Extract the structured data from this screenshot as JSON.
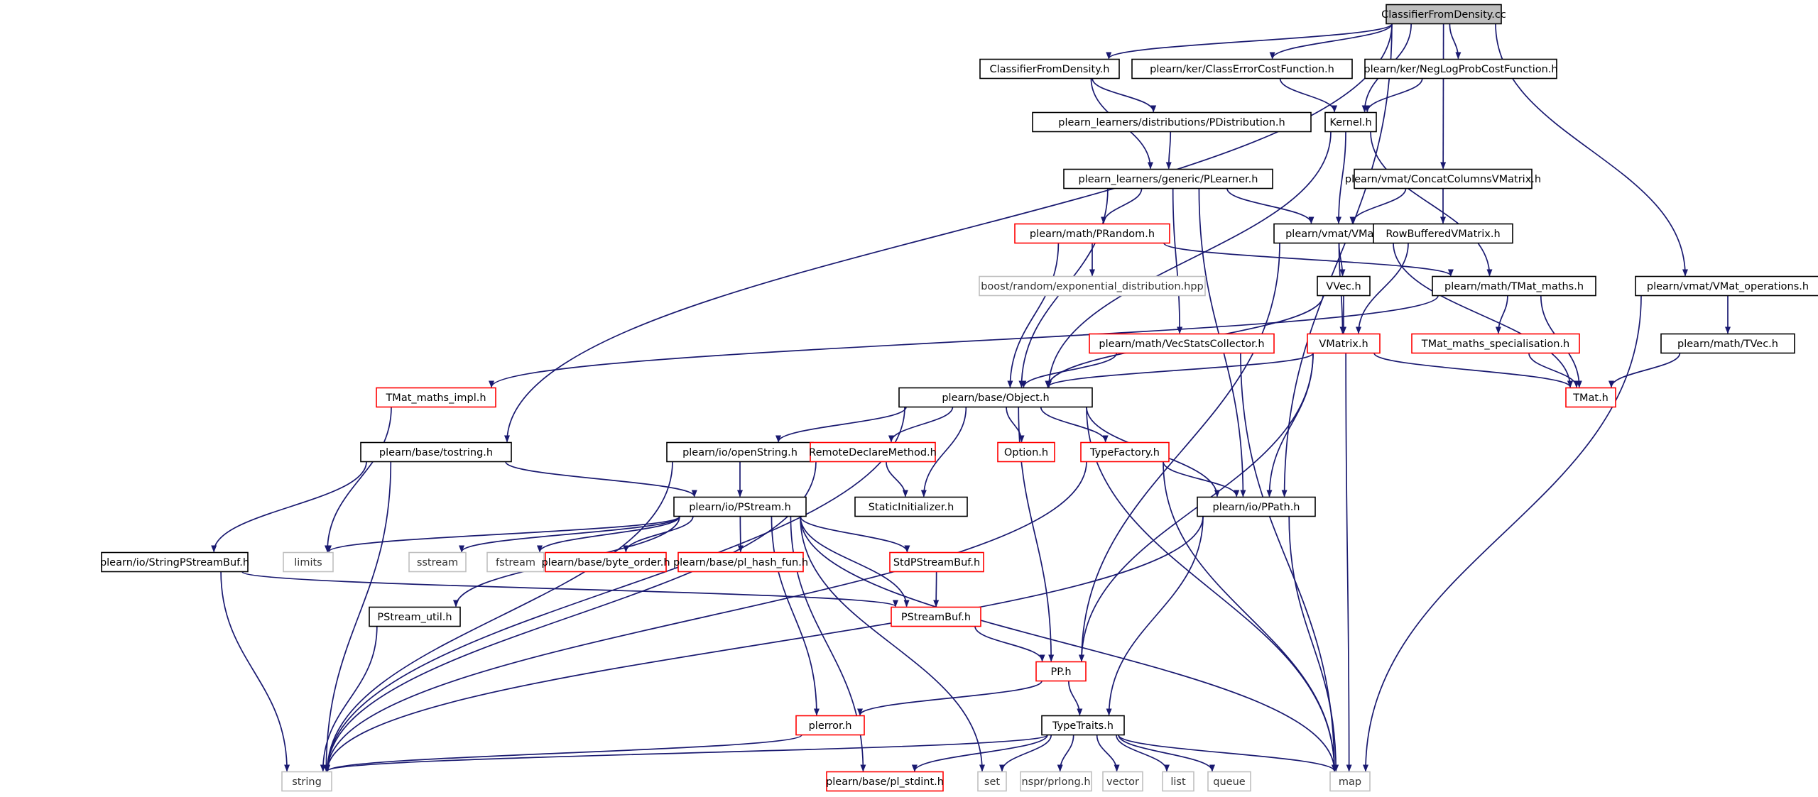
{
  "colors": {
    "edge": "#191970",
    "border_normal": "#000000",
    "border_truncated": "#ff0000",
    "border_system": "#bfbfbf",
    "fill_normal": "#ffffff",
    "fill_root": "#bfbfbf",
    "text_normal": "#000000",
    "text_system": "#333333"
  },
  "nodes": [
    {
      "id": "root",
      "label": "ClassifierFromDensity.cc",
      "kind": "root"
    },
    {
      "id": "cfd_h",
      "label": "ClassifierFromDensity.h",
      "kind": "normal"
    },
    {
      "id": "classerr",
      "label": "plearn/ker/ClassErrorCostFunction.h",
      "kind": "normal"
    },
    {
      "id": "neglog",
      "label": "plearn/ker/NegLogProbCostFunction.h",
      "kind": "normal"
    },
    {
      "id": "pdist",
      "label": "plearn_learners/distributions/PDistribution.h",
      "kind": "normal"
    },
    {
      "id": "kernel",
      "label": "Kernel.h",
      "kind": "normal"
    },
    {
      "id": "plearner",
      "label": "plearn_learners/generic/PLearner.h",
      "kind": "normal"
    },
    {
      "id": "concat",
      "label": "plearn/vmat/ConcatColumnsVMatrix.h",
      "kind": "normal"
    },
    {
      "id": "prandom",
      "label": "plearn/math/PRandom.h",
      "kind": "truncated"
    },
    {
      "id": "vmat",
      "label": "plearn/vmat/VMat.h",
      "kind": "normal"
    },
    {
      "id": "rowbuf",
      "label": "RowBufferedVMatrix.h",
      "kind": "normal"
    },
    {
      "id": "boostexp",
      "label": "boost/random/exponential_distribution.hpp",
      "kind": "system"
    },
    {
      "id": "vvec",
      "label": "VVec.h",
      "kind": "normal"
    },
    {
      "id": "tmatmaths",
      "label": "plearn/math/TMat_maths.h",
      "kind": "normal"
    },
    {
      "id": "vmatops",
      "label": "plearn/vmat/VMat_operations.h",
      "kind": "normal"
    },
    {
      "id": "vecstats",
      "label": "plearn/math/VecStatsCollector.h",
      "kind": "truncated"
    },
    {
      "id": "vmatrix",
      "label": "VMatrix.h",
      "kind": "truncated"
    },
    {
      "id": "tmatspec",
      "label": "TMat_maths_specialisation.h",
      "kind": "truncated"
    },
    {
      "id": "tvec",
      "label": "plearn/math/TVec.h",
      "kind": "normal"
    },
    {
      "id": "tmatimpl",
      "label": "TMat_maths_impl.h",
      "kind": "truncated"
    },
    {
      "id": "object",
      "label": "plearn/base/Object.h",
      "kind": "normal"
    },
    {
      "id": "tmat",
      "label": "TMat.h",
      "kind": "truncated"
    },
    {
      "id": "tostring",
      "label": "plearn/base/tostring.h",
      "kind": "normal"
    },
    {
      "id": "openstring",
      "label": "plearn/io/openString.h",
      "kind": "normal"
    },
    {
      "id": "remote",
      "label": "RemoteDeclareMethod.h",
      "kind": "truncated"
    },
    {
      "id": "option",
      "label": "Option.h",
      "kind": "truncated"
    },
    {
      "id": "typefactory",
      "label": "TypeFactory.h",
      "kind": "truncated"
    },
    {
      "id": "pstream",
      "label": "plearn/io/PStream.h",
      "kind": "normal"
    },
    {
      "id": "staticinit",
      "label": "StaticInitializer.h",
      "kind": "normal"
    },
    {
      "id": "ppath",
      "label": "plearn/io/PPath.h",
      "kind": "normal"
    },
    {
      "id": "limits",
      "label": "limits",
      "kind": "system"
    },
    {
      "id": "sstream",
      "label": "sstream",
      "kind": "system"
    },
    {
      "id": "fstream",
      "label": "fstream",
      "kind": "system"
    },
    {
      "id": "byteorder",
      "label": "plearn/base/byte_order.h",
      "kind": "truncated"
    },
    {
      "id": "hashfun",
      "label": "plearn/base/pl_hash_fun.h",
      "kind": "truncated"
    },
    {
      "id": "stdpsbuf",
      "label": "StdPStreamBuf.h",
      "kind": "truncated"
    },
    {
      "id": "strpsbuf",
      "label": "plearn/io/StringPStreamBuf.h",
      "kind": "normal"
    },
    {
      "id": "psbuf",
      "label": "PStreamBuf.h",
      "kind": "truncated"
    },
    {
      "id": "psutil",
      "label": "PStream_util.h",
      "kind": "normal"
    },
    {
      "id": "pp",
      "label": "PP.h",
      "kind": "truncated"
    },
    {
      "id": "plerror",
      "label": "plerror.h",
      "kind": "truncated"
    },
    {
      "id": "typetraits",
      "label": "TypeTraits.h",
      "kind": "normal"
    },
    {
      "id": "string",
      "label": "string",
      "kind": "system"
    },
    {
      "id": "stdint",
      "label": "plearn/base/pl_stdint.h",
      "kind": "truncated"
    },
    {
      "id": "set",
      "label": "set",
      "kind": "system"
    },
    {
      "id": "prlong",
      "label": "nspr/prlong.h",
      "kind": "system"
    },
    {
      "id": "vector",
      "label": "vector",
      "kind": "system"
    },
    {
      "id": "list",
      "label": "list",
      "kind": "system"
    },
    {
      "id": "queue",
      "label": "queue",
      "kind": "system"
    },
    {
      "id": "map",
      "label": "map",
      "kind": "system"
    }
  ],
  "edges": [
    {
      "from": "root",
      "to": "cfd_h"
    },
    {
      "from": "root",
      "to": "classerr"
    },
    {
      "from": "root",
      "to": "neglog"
    },
    {
      "from": "root",
      "to": "kernel"
    },
    {
      "from": "root",
      "to": "concat"
    },
    {
      "from": "root",
      "to": "vmatops"
    },
    {
      "from": "root",
      "to": "tostring"
    },
    {
      "from": "root",
      "to": "ppath"
    },
    {
      "from": "cfd_h",
      "to": "pdist"
    },
    {
      "from": "cfd_h",
      "to": "plearner"
    },
    {
      "from": "classerr",
      "to": "kernel"
    },
    {
      "from": "neglog",
      "to": "kernel"
    },
    {
      "from": "pdist",
      "to": "plearner"
    },
    {
      "from": "kernel",
      "to": "object"
    },
    {
      "from": "kernel",
      "to": "vmat"
    },
    {
      "from": "kernel",
      "to": "tmatmaths"
    },
    {
      "from": "plearner",
      "to": "object"
    },
    {
      "from": "plearner",
      "to": "prandom"
    },
    {
      "from": "plearner",
      "to": "vmat"
    },
    {
      "from": "plearner",
      "to": "vecstats"
    },
    {
      "from": "plearner",
      "to": "ppath"
    },
    {
      "from": "concat",
      "to": "vmat"
    },
    {
      "from": "concat",
      "to": "rowbuf"
    },
    {
      "from": "prandom",
      "to": "boostexp"
    },
    {
      "from": "prandom",
      "to": "tmatmaths"
    },
    {
      "from": "prandom",
      "to": "object"
    },
    {
      "from": "vmat",
      "to": "vvec"
    },
    {
      "from": "vmat",
      "to": "vmatrix"
    },
    {
      "from": "vmat",
      "to": "tmat"
    },
    {
      "from": "vmat",
      "to": "pp"
    },
    {
      "from": "rowbuf",
      "to": "vmatrix"
    },
    {
      "from": "vvec",
      "to": "vmatrix"
    },
    {
      "from": "vvec",
      "to": "object"
    },
    {
      "from": "tmatmaths",
      "to": "tmatspec"
    },
    {
      "from": "tmatmaths",
      "to": "tmat"
    },
    {
      "from": "tmatmaths",
      "to": "tmatimpl"
    },
    {
      "from": "vmatops",
      "to": "tvec"
    },
    {
      "from": "vmatops",
      "to": "map"
    },
    {
      "from": "vecstats",
      "to": "object"
    },
    {
      "from": "vecstats",
      "to": "map"
    },
    {
      "from": "vmatrix",
      "to": "object"
    },
    {
      "from": "vmatrix",
      "to": "tmat"
    },
    {
      "from": "vmatrix",
      "to": "ppath"
    },
    {
      "from": "vmatrix",
      "to": "pp"
    },
    {
      "from": "vmatrix",
      "to": "map"
    },
    {
      "from": "tmatspec",
      "to": "tmat"
    },
    {
      "from": "tvec",
      "to": "tmat"
    },
    {
      "from": "tmatimpl",
      "to": "limits"
    },
    {
      "from": "object",
      "to": "string"
    },
    {
      "from": "object",
      "to": "openstring"
    },
    {
      "from": "object",
      "to": "remote"
    },
    {
      "from": "object",
      "to": "option"
    },
    {
      "from": "object",
      "to": "typefactory"
    },
    {
      "from": "object",
      "to": "staticinit"
    },
    {
      "from": "object",
      "to": "ppath"
    },
    {
      "from": "object",
      "to": "pp"
    },
    {
      "from": "object",
      "to": "map"
    },
    {
      "from": "tostring",
      "to": "string"
    },
    {
      "from": "tostring",
      "to": "pstream"
    },
    {
      "from": "tostring",
      "to": "strpsbuf"
    },
    {
      "from": "openstring",
      "to": "pstream"
    },
    {
      "from": "openstring",
      "to": "string"
    },
    {
      "from": "remote",
      "to": "staticinit"
    },
    {
      "from": "remote",
      "to": "string"
    },
    {
      "from": "typefactory",
      "to": "string"
    },
    {
      "from": "typefactory",
      "to": "ppath"
    },
    {
      "from": "typefactory",
      "to": "map"
    },
    {
      "from": "pstream",
      "to": "limits"
    },
    {
      "from": "pstream",
      "to": "sstream"
    },
    {
      "from": "pstream",
      "to": "fstream"
    },
    {
      "from": "pstream",
      "to": "byteorder"
    },
    {
      "from": "pstream",
      "to": "hashfun"
    },
    {
      "from": "pstream",
      "to": "stdpsbuf"
    },
    {
      "from": "pstream",
      "to": "psbuf"
    },
    {
      "from": "pstream",
      "to": "psutil"
    },
    {
      "from": "pstream",
      "to": "plerror"
    },
    {
      "from": "pstream",
      "to": "stdint"
    },
    {
      "from": "pstream",
      "to": "set"
    },
    {
      "from": "pstream",
      "to": "map"
    },
    {
      "from": "ppath",
      "to": "string"
    },
    {
      "from": "ppath",
      "to": "typetraits"
    },
    {
      "from": "ppath",
      "to": "map"
    },
    {
      "from": "stdpsbuf",
      "to": "psbuf"
    },
    {
      "from": "strpsbuf",
      "to": "psbuf"
    },
    {
      "from": "strpsbuf",
      "to": "string"
    },
    {
      "from": "psbuf",
      "to": "pp"
    },
    {
      "from": "psutil",
      "to": "string"
    },
    {
      "from": "pp",
      "to": "plerror"
    },
    {
      "from": "pp",
      "to": "typetraits"
    },
    {
      "from": "plerror",
      "to": "string"
    },
    {
      "from": "typetraits",
      "to": "string"
    },
    {
      "from": "typetraits",
      "to": "stdint"
    },
    {
      "from": "typetraits",
      "to": "set"
    },
    {
      "from": "typetraits",
      "to": "prlong"
    },
    {
      "from": "typetraits",
      "to": "vector"
    },
    {
      "from": "typetraits",
      "to": "list"
    },
    {
      "from": "typetraits",
      "to": "queue"
    },
    {
      "from": "typetraits",
      "to": "map"
    }
  ]
}
